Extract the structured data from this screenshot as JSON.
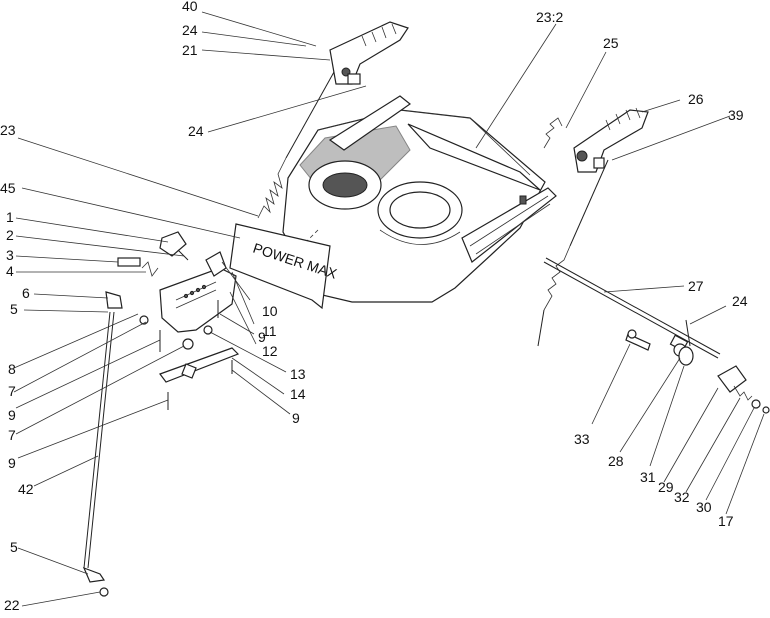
{
  "panel_text": "POWER MAX",
  "callouts": [
    {
      "label": "40"
    },
    {
      "label": "24"
    },
    {
      "label": "21"
    },
    {
      "label": "24"
    },
    {
      "label": "23:2"
    },
    {
      "label": "25"
    },
    {
      "label": "26"
    },
    {
      "label": "39"
    },
    {
      "label": "23"
    },
    {
      "label": "45"
    },
    {
      "label": "1"
    },
    {
      "label": "2"
    },
    {
      "label": "3"
    },
    {
      "label": "4"
    },
    {
      "label": "6"
    },
    {
      "label": "5"
    },
    {
      "label": "8"
    },
    {
      "label": "7"
    },
    {
      "label": "9"
    },
    {
      "label": "7"
    },
    {
      "label": "9"
    },
    {
      "label": "42"
    },
    {
      "label": "5"
    },
    {
      "label": "22"
    },
    {
      "label": "10"
    },
    {
      "label": "11"
    },
    {
      "label": "12"
    },
    {
      "label": "9"
    },
    {
      "label": "13"
    },
    {
      "label": "14"
    },
    {
      "label": "9"
    },
    {
      "label": "27"
    },
    {
      "label": "24"
    },
    {
      "label": "33"
    },
    {
      "label": "28"
    },
    {
      "label": "31"
    },
    {
      "label": "29"
    },
    {
      "label": "32"
    },
    {
      "label": "30"
    },
    {
      "label": "17"
    }
  ]
}
